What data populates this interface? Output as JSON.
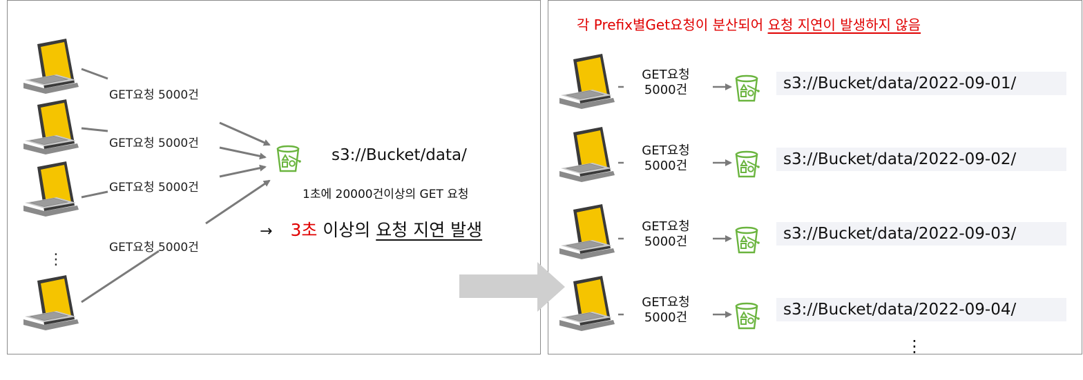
{
  "left": {
    "request_labels": [
      "GET요청 5000건",
      "GET요청 5000건",
      "GET요청 5000건",
      "GET요청 5000건"
    ],
    "ellipsis": "⋮",
    "bucket_path": "s3://Bucket/data/",
    "rate_text": "1초에 20000건이상의 GET 요청",
    "latency": {
      "arrow": "→",
      "highlight": "3초",
      "middle": " 이상의 ",
      "underlined": "요청 지연 발생"
    }
  },
  "right": {
    "title_prefix": "각 Prefix별Get요청이 분산되어 ",
    "title_underlined": "요청 지연이 발생하지 않음",
    "rows": [
      {
        "label_line1": "GET요청",
        "label_line2": "5000건",
        "path": "s3://Bucket/data/2022-09-01/"
      },
      {
        "label_line1": "GET요청",
        "label_line2": "5000건",
        "path": "s3://Bucket/data/2022-09-02/"
      },
      {
        "label_line1": "GET요청",
        "label_line2": "5000건",
        "path": "s3://Bucket/data/2022-09-03/"
      },
      {
        "label_line1": "GET요청",
        "label_line2": "5000건",
        "path": "s3://Bucket/data/2022-09-04/"
      }
    ],
    "ellipsis": "⋮"
  },
  "colors": {
    "laptop_screen": "#f5c400",
    "bucket_green": "#6ab43e",
    "highlight_red": "#e00000",
    "arrow_gray": "#7a7a7a",
    "big_arrow_gray": "#cfcfcf"
  }
}
